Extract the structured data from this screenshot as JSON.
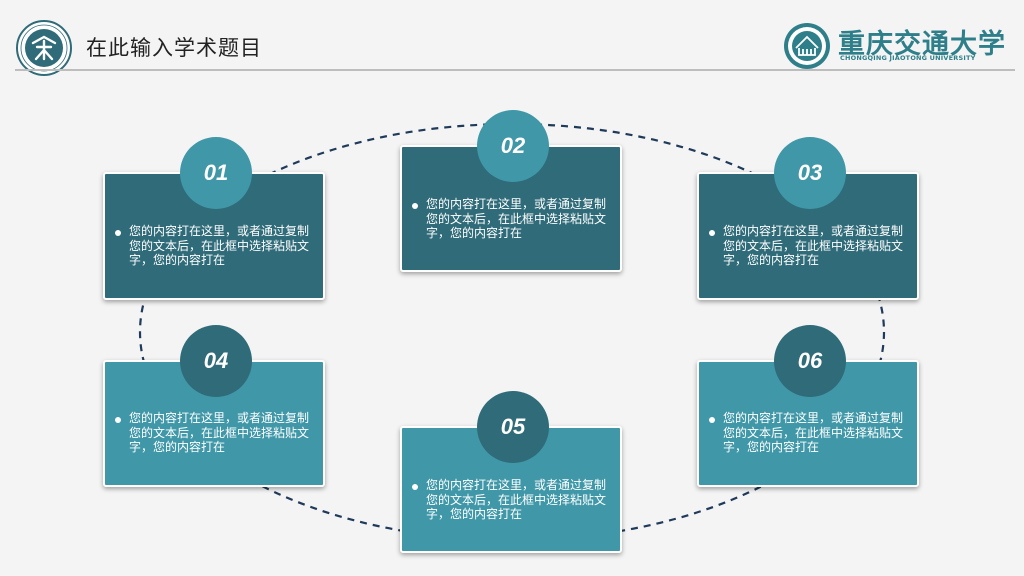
{
  "header": {
    "title": "在此输入学术题目",
    "brand_cn": "重庆交通大学",
    "brand_en": "CHONGQING JIAOTONG UNIVERSITY"
  },
  "items": [
    {
      "num": "01",
      "text": "您的内容打在这里，或者通过复制您的文本后，在此框中选择粘贴文字，您的内容打在"
    },
    {
      "num": "02",
      "text": "您的内容打在这里，或者通过复制您的文本后，在此框中选择粘贴文字，您的内容打在"
    },
    {
      "num": "03",
      "text": "您的内容打在这里，或者通过复制您的文本后，在此框中选择粘贴文字，您的内容打在"
    },
    {
      "num": "04",
      "text": "您的内容打在这里，或者通过复制您的文本后，在此框中选择粘贴文字，您的内容打在"
    },
    {
      "num": "05",
      "text": "您的内容打在这里，或者通过复制您的文本后，在此框中选择粘贴文字，您的内容打在"
    },
    {
      "num": "06",
      "text": "您的内容打在这里，或者通过复制您的文本后，在此框中选择粘贴文字，您的内容打在"
    }
  ],
  "colors": {
    "dark": "#2f6b78",
    "light": "#3f97a8",
    "line": "#1f3a5a"
  }
}
